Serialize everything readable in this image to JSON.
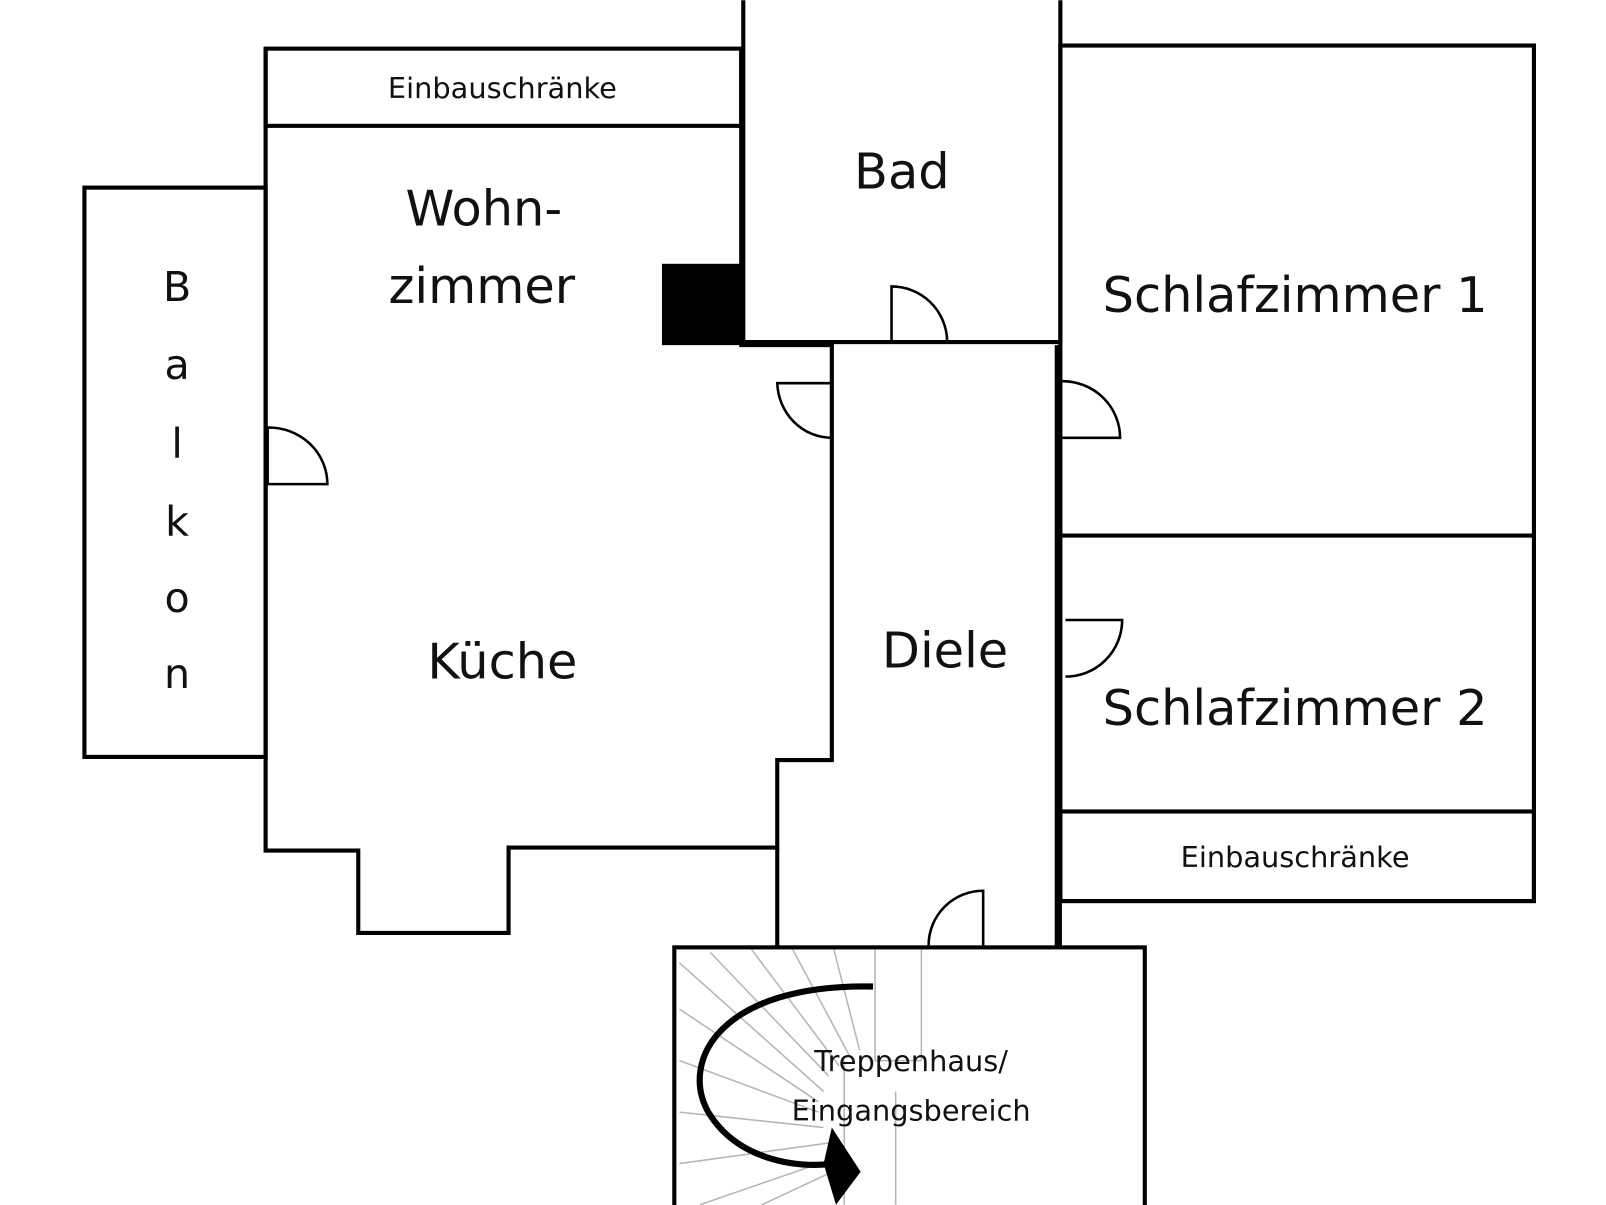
{
  "rooms": {
    "cabinets_top": "Einbauschränke",
    "bath": "Bad",
    "living_line1": "Wohn-",
    "living_line2": "zimmer",
    "kitchen": "Küche",
    "hall": "Diele",
    "bedroom1": "Schlafzimmer 1",
    "bedroom2": "Schlafzimmer 2",
    "cabinets_right": "Einbauschränke",
    "balcony_letters": [
      "B",
      "a",
      "l",
      "k",
      "o",
      "n"
    ],
    "stairwell_line1": "Treppenhaus/",
    "stairwell_line2": "Eingangsbereich"
  },
  "colors": {
    "wall": "#000000",
    "cabinet_fill": "#ebe9e1",
    "stair_lines": "#b5b5b5"
  }
}
